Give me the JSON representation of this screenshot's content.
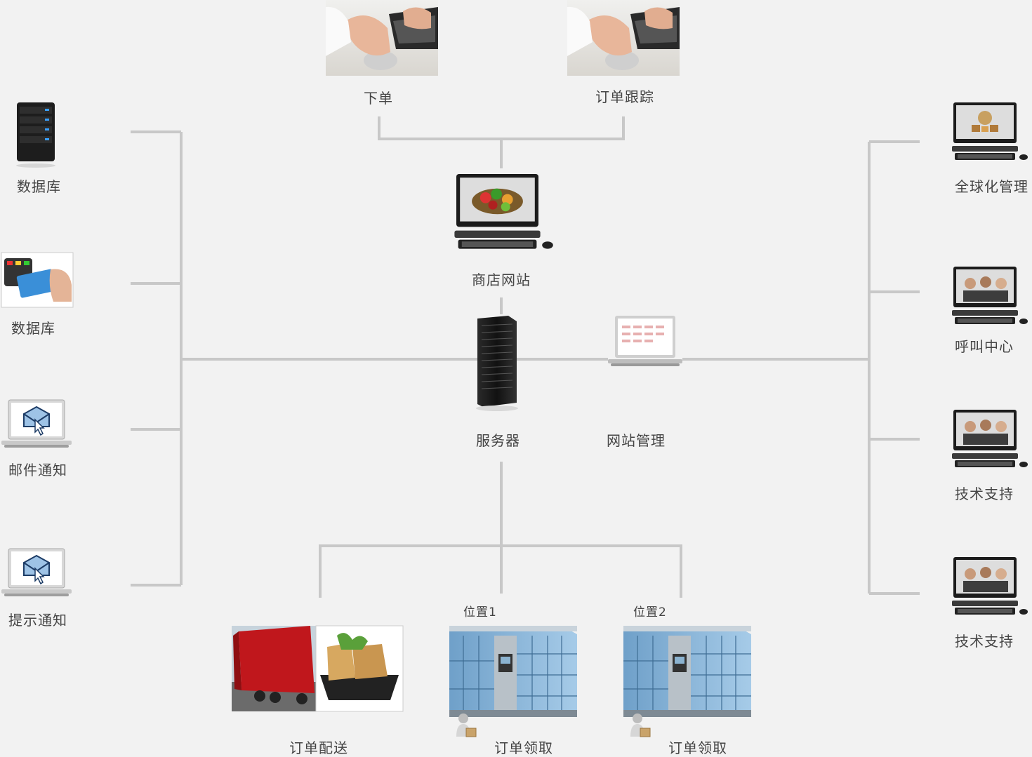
{
  "nodes": {
    "place_order": "下单",
    "order_tracking": "订单跟踪",
    "store_website": "商店网站",
    "server": "服务器",
    "site_admin": "网站管理",
    "database_1": "数据库",
    "database_2": "数据库",
    "email_notice": "邮件通知",
    "alert_notice": "提示通知",
    "global_mgmt": "全球化管理",
    "call_center": "呼叫中心",
    "tech_support_1": "技术支持",
    "tech_support_2": "技术支持",
    "order_delivery": "订单配送",
    "location_1": "位置1",
    "location_2": "位置2",
    "order_pickup_1": "订单领取",
    "order_pickup_2": "订单领取"
  },
  "colors": {
    "background": "#f2f2f2",
    "connector": "#c8c8c8",
    "locker": "#8fb9dd",
    "truck": "#c0171c"
  },
  "icons": {
    "order_photo": "hand-on-mouse-photo",
    "store": "desktop-computer-icon",
    "server": "server-tower-icon",
    "admin": "laptop-icon",
    "db1": "server-icon",
    "db2": "credit-card-payment-icon",
    "email": "laptop-mail-icon",
    "alert": "laptop-mail-icon",
    "global": "desktop-computer-icon",
    "call": "desktop-computer-icon",
    "delivery": "delivery-truck-photo",
    "locker": "parcel-locker-icon",
    "person": "person-with-box-icon"
  }
}
